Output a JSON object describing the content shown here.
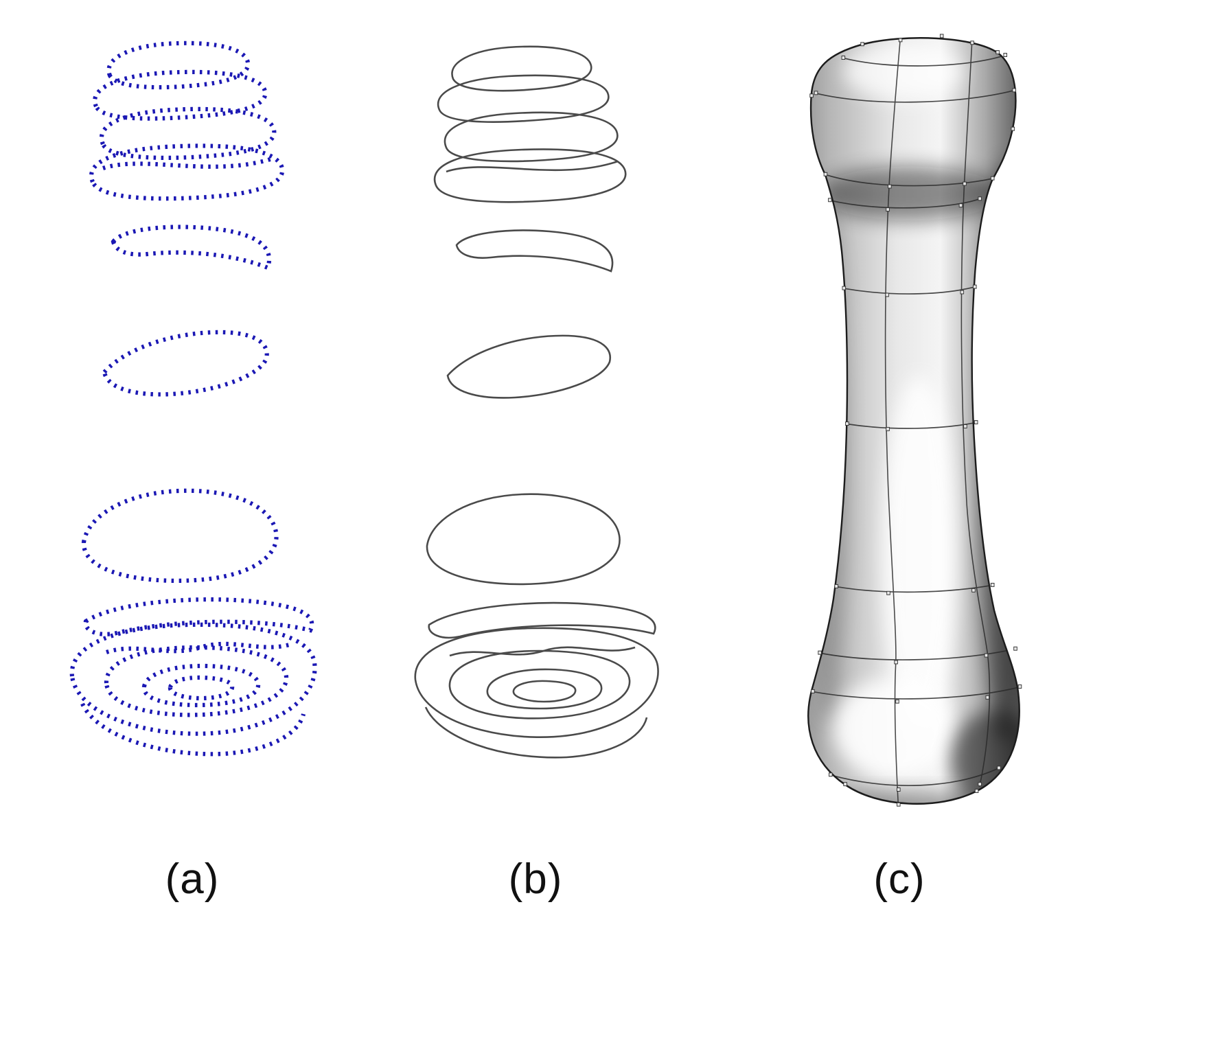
{
  "figure": {
    "background": "#ffffff",
    "panels": [
      {
        "id": "a",
        "label": "(a)",
        "content": "bone-contour-point-clouds"
      },
      {
        "id": "b",
        "label": "(b)",
        "content": "fitted-contour-curves"
      },
      {
        "id": "c",
        "label": "(c)",
        "content": "reconstructed-3d-bone-surface-with-patch-grid"
      }
    ],
    "colors": {
      "points": "#1b18b4",
      "curves": "#4a4a4a",
      "outline": "#1c1c1c",
      "caption_text": "#111111"
    }
  }
}
